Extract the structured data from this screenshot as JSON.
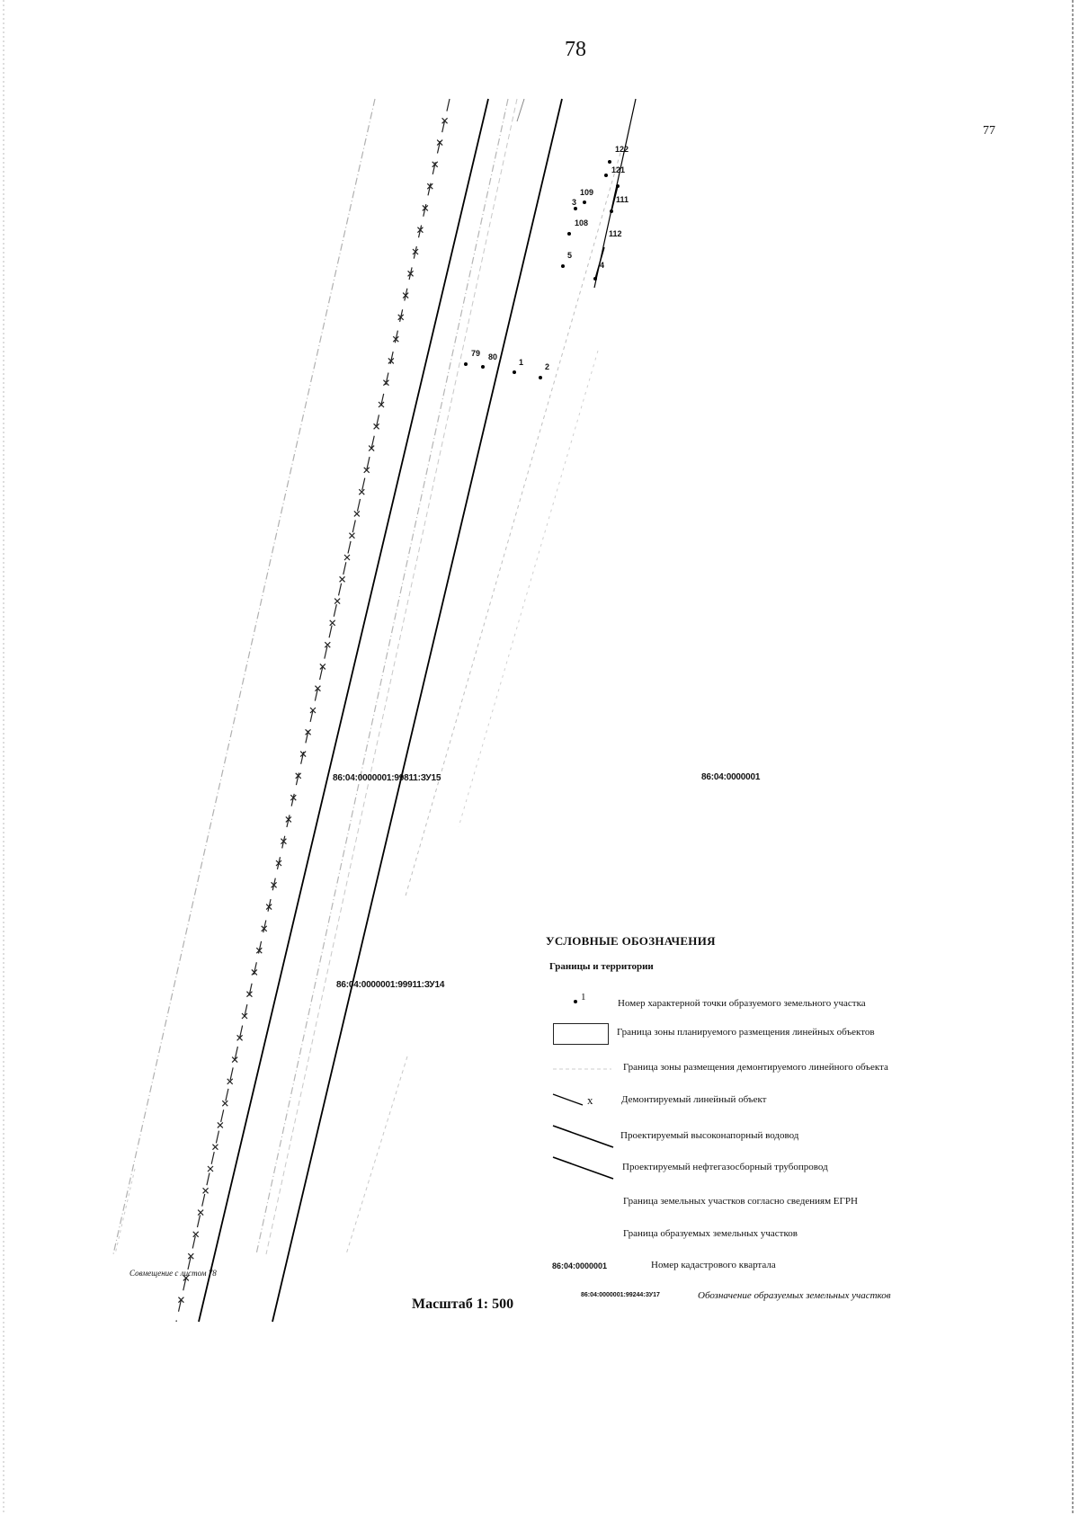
{
  "page": {
    "number": "78",
    "sheet_ref": "77",
    "scale": "Масштаб 1: 500",
    "combine_note": "Совмещение с листом 78"
  },
  "map": {
    "quarter_label": "86:04:0000001",
    "parcel_labels": [
      "86:04:0000001:99811:ЗУ15",
      "86:04:0000001:99911:ЗУ14"
    ],
    "points": [
      "122",
      "121",
      "109",
      "3",
      "111",
      "108",
      "112",
      "5",
      "4",
      "79",
      "80",
      "1",
      "2"
    ]
  },
  "legend": {
    "title": "УСЛОВНЫЕ ОБОЗНАЧЕНИЯ",
    "subtitle": "Границы и территории",
    "point_sample": "1",
    "items": [
      "Номер характерной точки образуемого земельного участка",
      "Граница зоны планируемого размещения линейных объектов",
      "Граница зоны размещения демонтируемого линейного объекта",
      "Демонтируемый линейный объект",
      "Проектируемый высоконапорный водовод",
      "Проектируемый нефтегазосборный трубопровод",
      "Граница земельных участков согласно сведениям ЕГРН",
      "Граница образуемых земельных участков",
      "Номер кадастрового квартала",
      "Обозначение образуемых земельных участков"
    ],
    "quarter_code": "86:04:0000001",
    "parcel_code": "86:04:0000001:99244:ЗУ17"
  }
}
